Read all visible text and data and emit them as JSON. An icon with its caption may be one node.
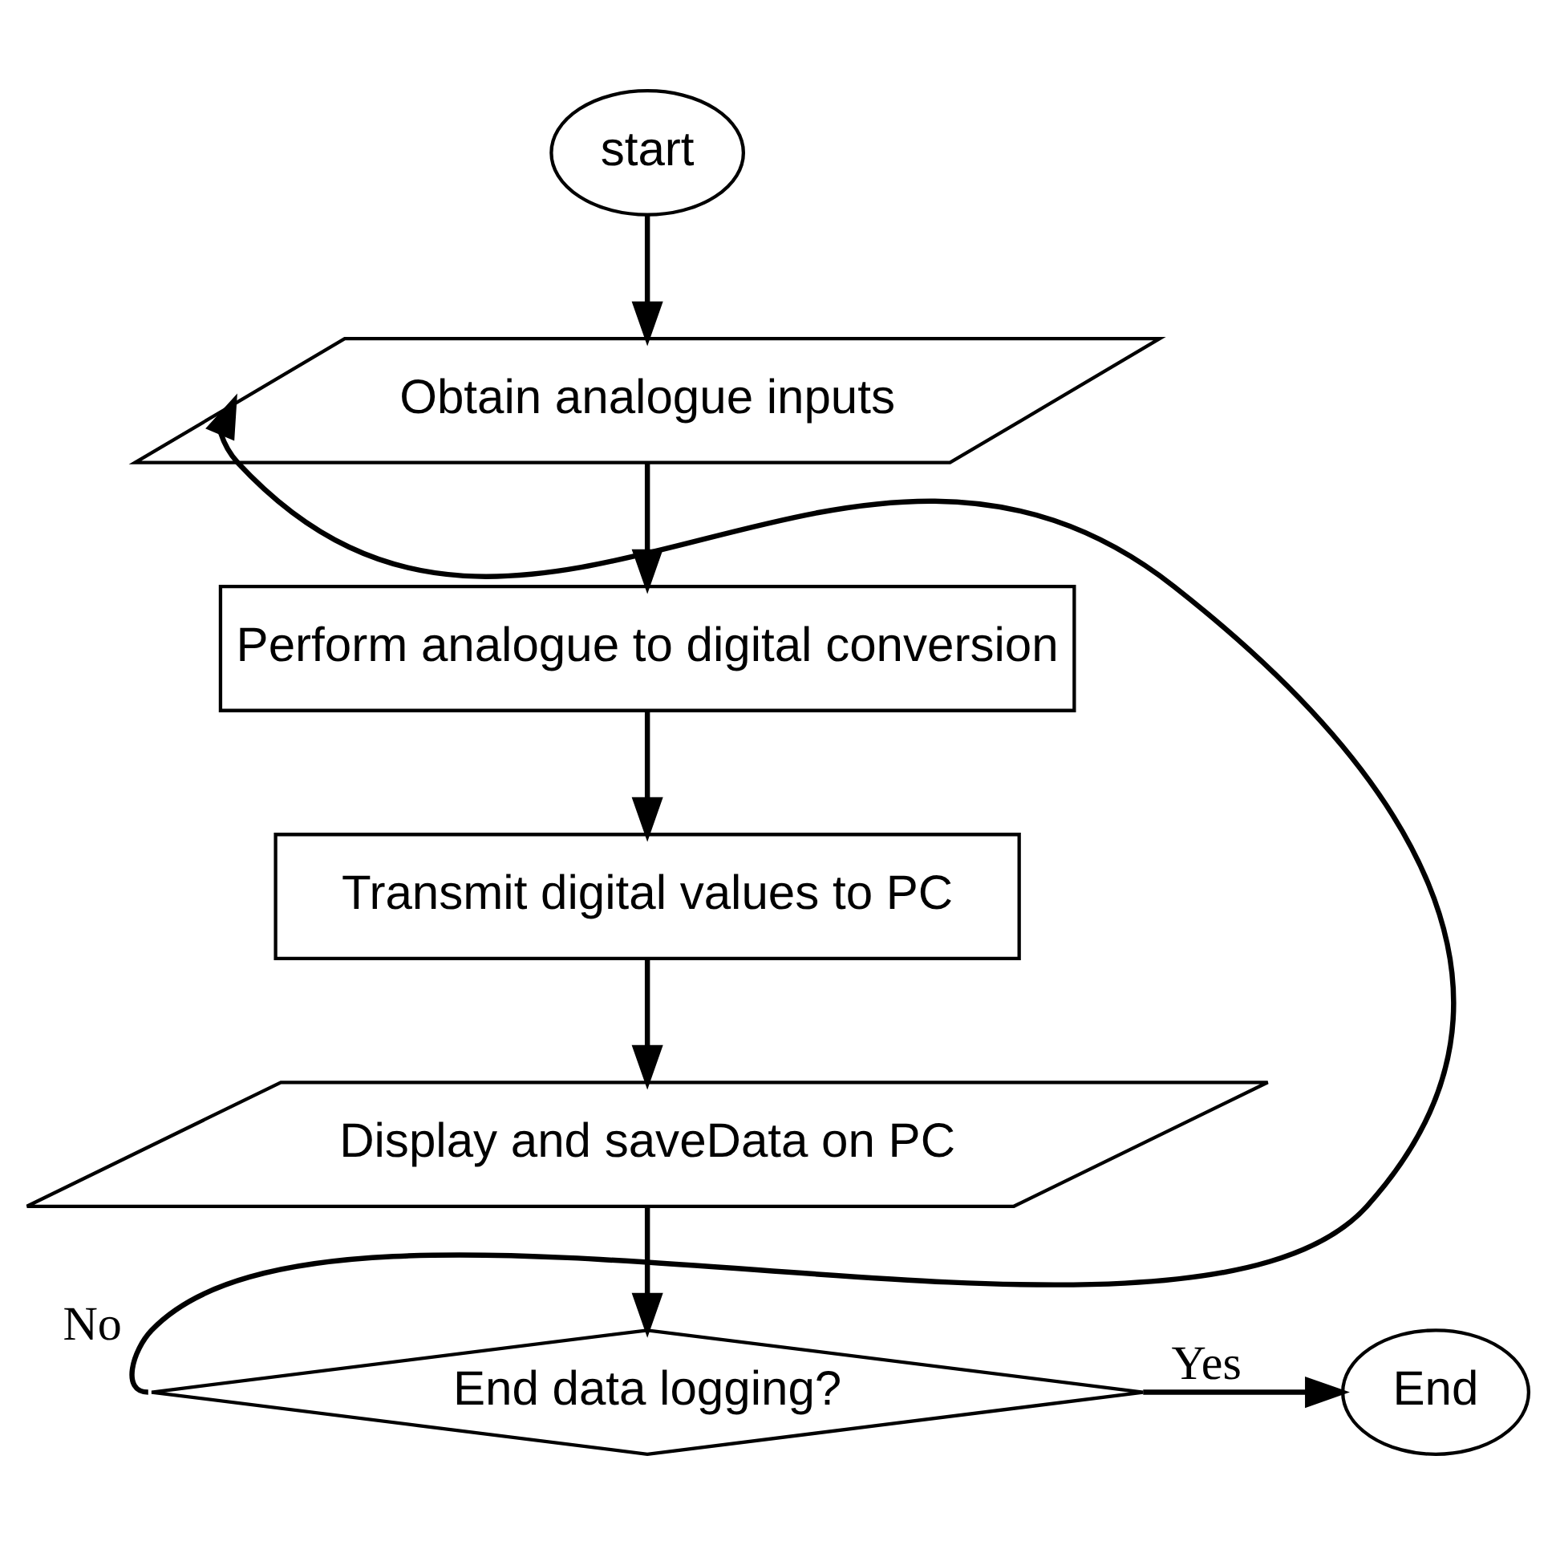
{
  "diagram": {
    "nodes": [
      {
        "text": [
          "start"
        ]
      },
      {
        "text": [
          "Obtain analogue inputs"
        ]
      },
      {
        "text": [
          "Perform analogue to digital conversion"
        ]
      },
      {
        "text": [
          "Transmit digital values to PC"
        ]
      },
      {
        "text": [
          "Display and saveData on PC"
        ]
      },
      {
        "text": [
          "End data logging?"
        ]
      },
      {
        "text": [
          "End"
        ]
      }
    ],
    "edges": [
      {
        "from": 0,
        "to": 1,
        "arrow": "to"
      },
      {
        "from": 1,
        "to": 2,
        "arrow": "to"
      },
      {
        "from": 2,
        "to": 3,
        "arrow": "to"
      },
      {
        "from": 3,
        "to": 4,
        "arrow": "to"
      },
      {
        "from": 4,
        "to": 5,
        "arrow": "to"
      },
      {
        "from": 5,
        "to": 1,
        "arrow": "to",
        "label": "No"
      },
      {
        "from": 5,
        "to": 6,
        "arrow": "to",
        "label": "Yes"
      }
    ]
  }
}
